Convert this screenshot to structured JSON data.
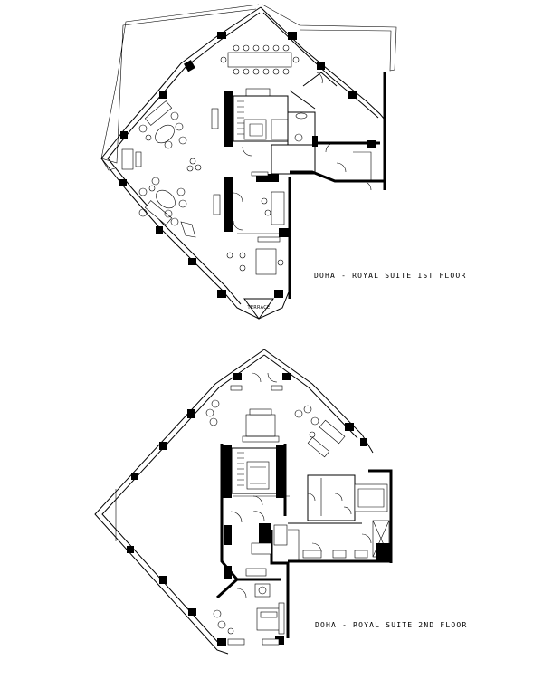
{
  "floors": [
    {
      "id": "first",
      "caption": "DOHA - ROYAL SUITE 1ST FLOOR",
      "terrace_label": "TERRACE"
    },
    {
      "id": "second",
      "caption": "DOHA - ROYAL SUITE 2ND FLOOR"
    }
  ],
  "colors": {
    "ink": "#000000",
    "paper": "#ffffff"
  }
}
